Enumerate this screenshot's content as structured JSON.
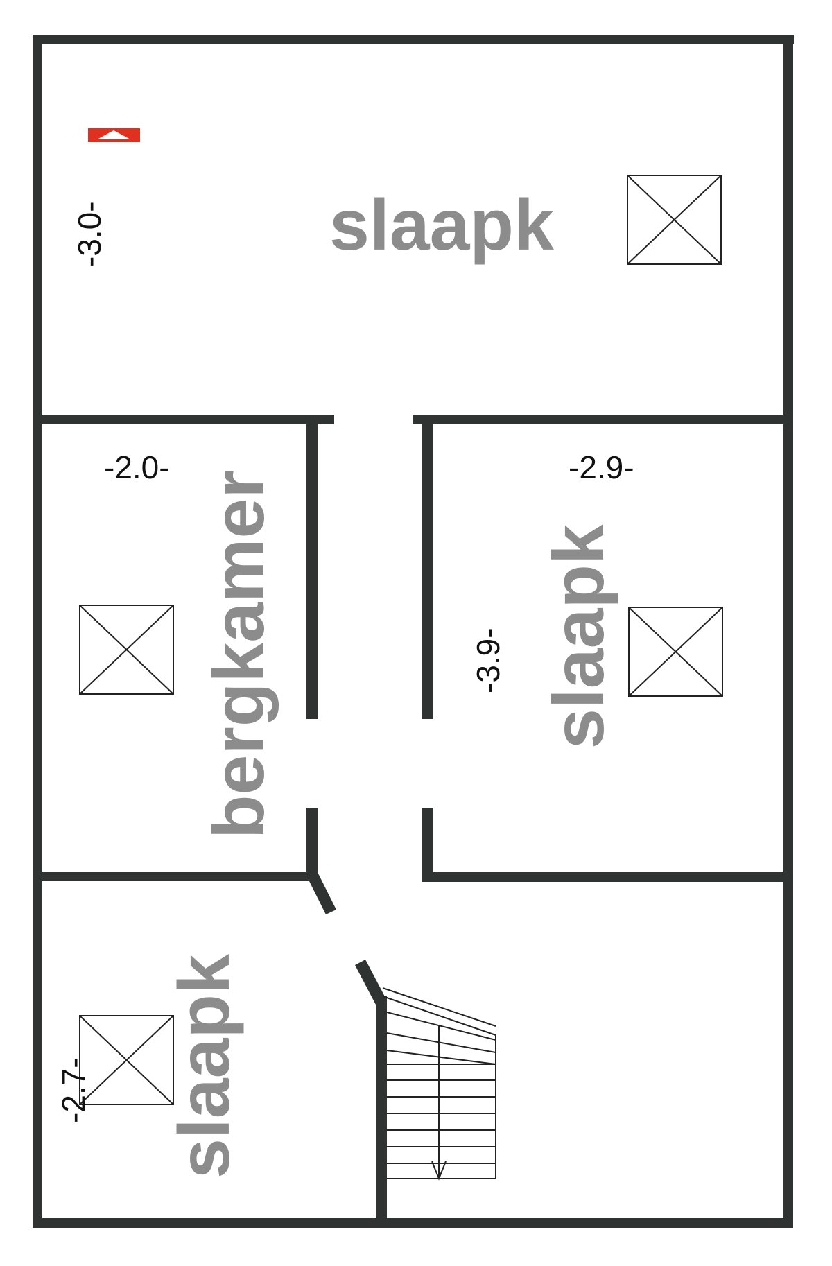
{
  "rooms": {
    "top_bedroom": "slaapk",
    "storage_room": "bergkamer",
    "right_bedroom": "slaapk",
    "bottom_bedroom": "slaapk"
  },
  "dimensions": {
    "top_vertical": "-3.0-",
    "storage_width": "-2.0-",
    "right_width": "-2.9-",
    "right_height": "-3.9-",
    "bottom_left": "-2.7-"
  },
  "colors": {
    "wall": "#2f3433",
    "room_label": "#8c8c8c",
    "marker": "#e03020"
  },
  "icons": {
    "marker": "red-home-marker-icon",
    "skylight": "skylight-window-icon",
    "stairs": "staircase-icon"
  }
}
